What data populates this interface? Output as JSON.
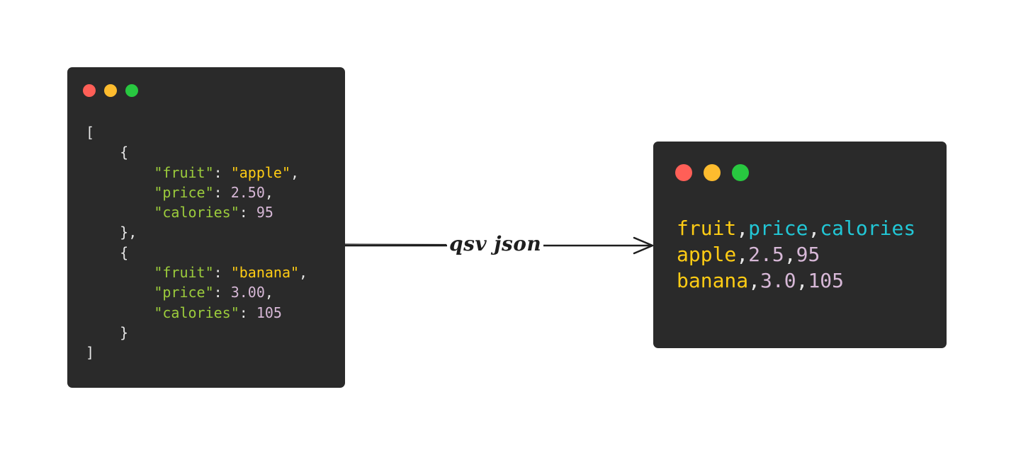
{
  "colors": {
    "window_bg": "#2a2a2a",
    "dot_red": "#ff5f57",
    "dot_yellow": "#febc2e",
    "dot_green": "#28c840",
    "punct": "#e6e6e6",
    "key_green": "#9ccc3c",
    "string_yellow": "#ffcc14",
    "number_lilac": "#d7b8d7",
    "header_cyan": "#22c7d6",
    "arrow": "#1e1e1e"
  },
  "json_window": {
    "lines": [
      [
        {
          "t": "[",
          "c": "punct"
        }
      ],
      [
        {
          "t": "    {",
          "c": "punct"
        }
      ],
      [
        {
          "t": "        ",
          "c": "punct"
        },
        {
          "t": "\"fruit\"",
          "c": "key_green"
        },
        {
          "t": ": ",
          "c": "punct"
        },
        {
          "t": "\"apple\"",
          "c": "string_yellow"
        },
        {
          "t": ",",
          "c": "punct"
        }
      ],
      [
        {
          "t": "        ",
          "c": "punct"
        },
        {
          "t": "\"price\"",
          "c": "key_green"
        },
        {
          "t": ": ",
          "c": "punct"
        },
        {
          "t": "2.50",
          "c": "number_lilac"
        },
        {
          "t": ",",
          "c": "punct"
        }
      ],
      [
        {
          "t": "        ",
          "c": "punct"
        },
        {
          "t": "\"calories\"",
          "c": "key_green"
        },
        {
          "t": ": ",
          "c": "punct"
        },
        {
          "t": "95",
          "c": "number_lilac"
        }
      ],
      [
        {
          "t": "    },",
          "c": "punct"
        }
      ],
      [
        {
          "t": "    {",
          "c": "punct"
        }
      ],
      [
        {
          "t": "        ",
          "c": "punct"
        },
        {
          "t": "\"fruit\"",
          "c": "key_green"
        },
        {
          "t": ": ",
          "c": "punct"
        },
        {
          "t": "\"banana\"",
          "c": "string_yellow"
        },
        {
          "t": ",",
          "c": "punct"
        }
      ],
      [
        {
          "t": "        ",
          "c": "punct"
        },
        {
          "t": "\"price\"",
          "c": "key_green"
        },
        {
          "t": ": ",
          "c": "punct"
        },
        {
          "t": "3.00",
          "c": "number_lilac"
        },
        {
          "t": ",",
          "c": "punct"
        }
      ],
      [
        {
          "t": "        ",
          "c": "punct"
        },
        {
          "t": "\"calories\"",
          "c": "key_green"
        },
        {
          "t": ": ",
          "c": "punct"
        },
        {
          "t": "105",
          "c": "number_lilac"
        }
      ],
      [
        {
          "t": "    }",
          "c": "punct"
        }
      ],
      [
        {
          "t": "]",
          "c": "punct"
        }
      ]
    ]
  },
  "csv_window": {
    "lines": [
      [
        {
          "t": "fruit",
          "c": "string_yellow"
        },
        {
          "t": ",",
          "c": "punct"
        },
        {
          "t": "price",
          "c": "header_cyan"
        },
        {
          "t": ",",
          "c": "punct"
        },
        {
          "t": "calories",
          "c": "header_cyan"
        }
      ],
      [
        {
          "t": "apple",
          "c": "string_yellow"
        },
        {
          "t": ",",
          "c": "punct"
        },
        {
          "t": "2.5",
          "c": "number_lilac"
        },
        {
          "t": ",",
          "c": "punct"
        },
        {
          "t": "95",
          "c": "number_lilac"
        }
      ],
      [
        {
          "t": "banana",
          "c": "string_yellow"
        },
        {
          "t": ",",
          "c": "punct"
        },
        {
          "t": "3.0",
          "c": "number_lilac"
        },
        {
          "t": ",",
          "c": "punct"
        },
        {
          "t": "105",
          "c": "number_lilac"
        }
      ]
    ]
  },
  "arrow_label": "qsv json"
}
